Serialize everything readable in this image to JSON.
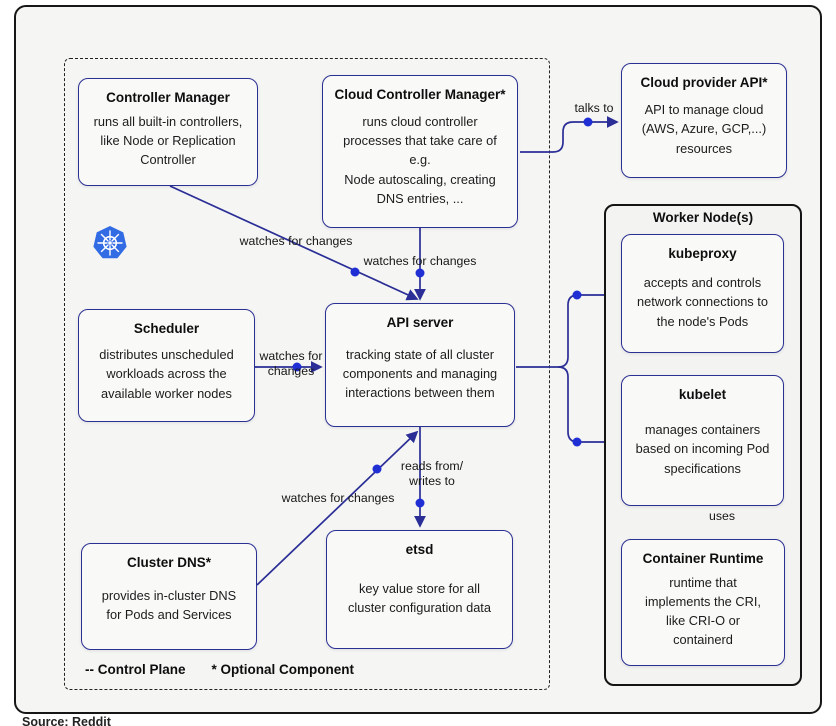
{
  "frame": {
    "source_caption": "Source: Reddit"
  },
  "worker_node": {
    "title": "Worker Node(s)"
  },
  "legend": {
    "control_plane": "-- Control Plane",
    "optional_component": "* Optional Component"
  },
  "boxes": {
    "controller_manager": {
      "title": "Controller Manager",
      "body": "runs all built-in controllers,\nlike Node or Replication\nController"
    },
    "cloud_controller_manager": {
      "title": "Cloud Controller Manager*",
      "body": "runs cloud controller\nprocesses that take care of\ne.g.\nNode autoscaling, creating\nDNS entries, ..."
    },
    "cloud_provider_api": {
      "title": "Cloud provider API*",
      "body": "API to manage cloud\n(AWS, Azure, GCP,...)\nresources"
    },
    "scheduler": {
      "title": "Scheduler",
      "body": "distributes unscheduled\nworkloads across the\navailable worker nodes"
    },
    "api_server": {
      "title": "API server",
      "body": "tracking state of all cluster\ncomponents and managing\ninteractions between them"
    },
    "cluster_dns": {
      "title": "Cluster DNS*",
      "body": "provides in-cluster DNS\nfor Pods and Services"
    },
    "etsd": {
      "title": "etsd",
      "body": "key value store for all\ncluster configuration data"
    },
    "kubeproxy": {
      "title": "kubeproxy",
      "body": "accepts and controls\nnetwork connections to\nthe node's Pods"
    },
    "kubelet": {
      "title": "kubelet",
      "body": "manages containers\nbased on incoming Pod\nspecifications"
    },
    "container_runtime": {
      "title": "Container Runtime",
      "body": "runtime that\nimplements the CRI,\nlike CRI-O or\ncontainerd"
    }
  },
  "edge_labels": {
    "cm_watches": "watches for changes",
    "ccm_watches": "watches for changes",
    "scheduler_watches": "watches for changes",
    "dns_watches": "watches for changes",
    "reads_writes": "reads from/ writes to",
    "talks_to": "talks to",
    "uses": "uses"
  },
  "colors": {
    "box_border": "#2b3093",
    "wire": "#2a2e96",
    "dot": "#1f2fd4",
    "kubernetes_blue": "#326CE5"
  }
}
